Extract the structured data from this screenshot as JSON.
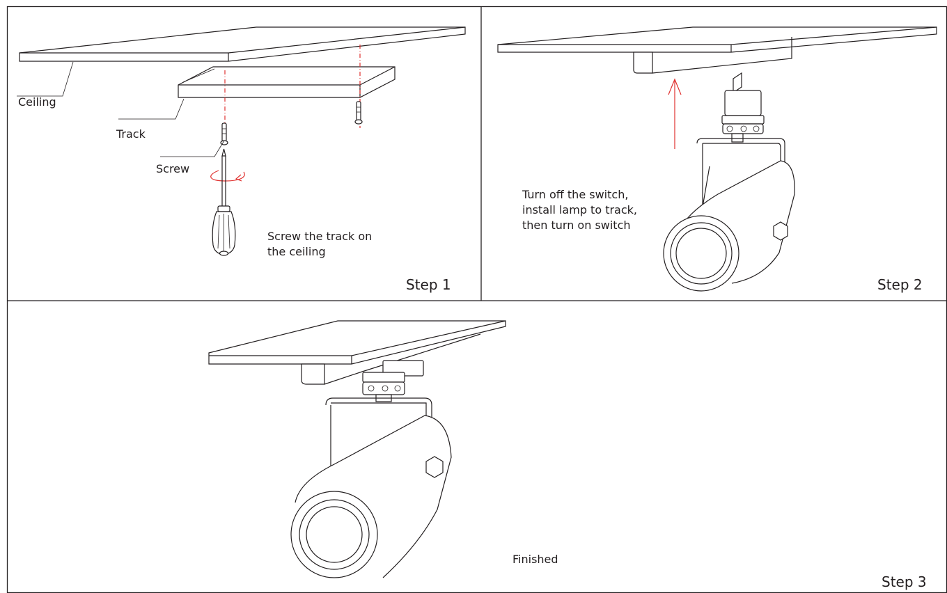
{
  "colors": {
    "line": "#231f20",
    "accent": "#e0312f",
    "background": "#ffffff"
  },
  "step1": {
    "label_ceiling": "Ceiling",
    "label_track": "Track",
    "label_screw": "Screw",
    "instruction": "Screw the track on\nthe ceiling",
    "step_label": "Step 1"
  },
  "step2": {
    "instruction": "Turn off the switch,\ninstall lamp to track,\nthen turn on switch",
    "step_label": "Step 2"
  },
  "step3": {
    "instruction": "Finished",
    "step_label": "Step 3"
  }
}
